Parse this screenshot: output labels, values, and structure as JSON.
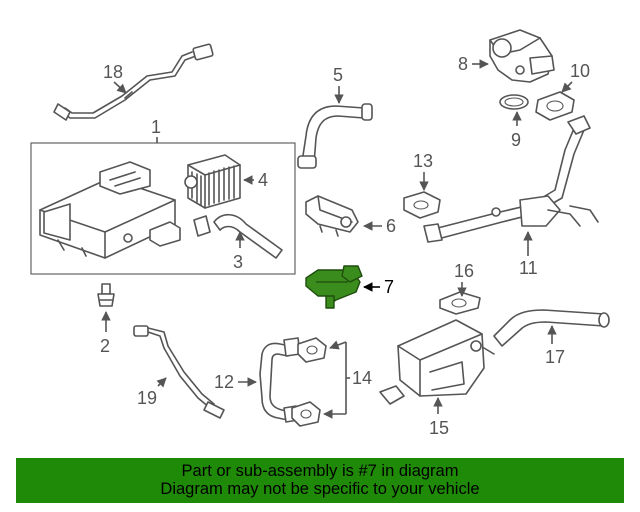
{
  "callouts": [
    "1",
    "2",
    "3",
    "4",
    "5",
    "6",
    "7",
    "8",
    "9",
    "10",
    "11",
    "12",
    "13",
    "14",
    "15",
    "16",
    "17",
    "18",
    "19"
  ],
  "banner": {
    "line1": "Part or sub-assembly is #7 in diagram",
    "line2": "Diagram may not be specific to your vehicle"
  },
  "colors": {
    "highlight": "#3a8c1c",
    "banner": "#1f8a08",
    "linework": "#555555"
  }
}
